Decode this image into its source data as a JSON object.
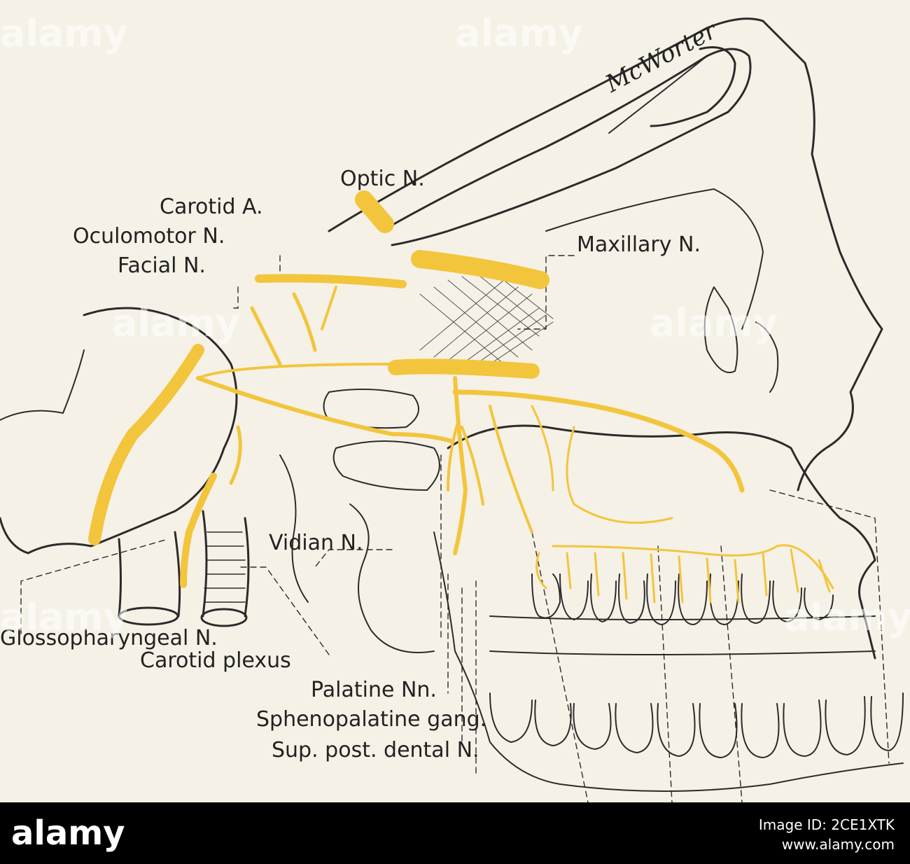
{
  "labels": {
    "optic": "Optic N.",
    "carotid_a": "Carotid A.",
    "oculomotor": "Oculomotor N.",
    "facial": "Facial N.",
    "maxillary": "Maxillary N.",
    "vidian": "Vidian N.",
    "glosso": "Glossopharyngeal N.",
    "carotid_plexus": "Carotid plexus",
    "palatine": "Palatine Nn.",
    "spheno": "Sphenopalatine gang.",
    "sup_post": "Sup. post. dental N."
  },
  "signature": "McWorter",
  "watermark": "alamy",
  "footer": {
    "logo": "alamy",
    "image_id": "Image ID: 2CE1XTK",
    "url": "www.alamy.com"
  },
  "colors": {
    "nerve": "#f2c53d",
    "line": "#2b2b2b",
    "paper": "#f6f1e6"
  }
}
